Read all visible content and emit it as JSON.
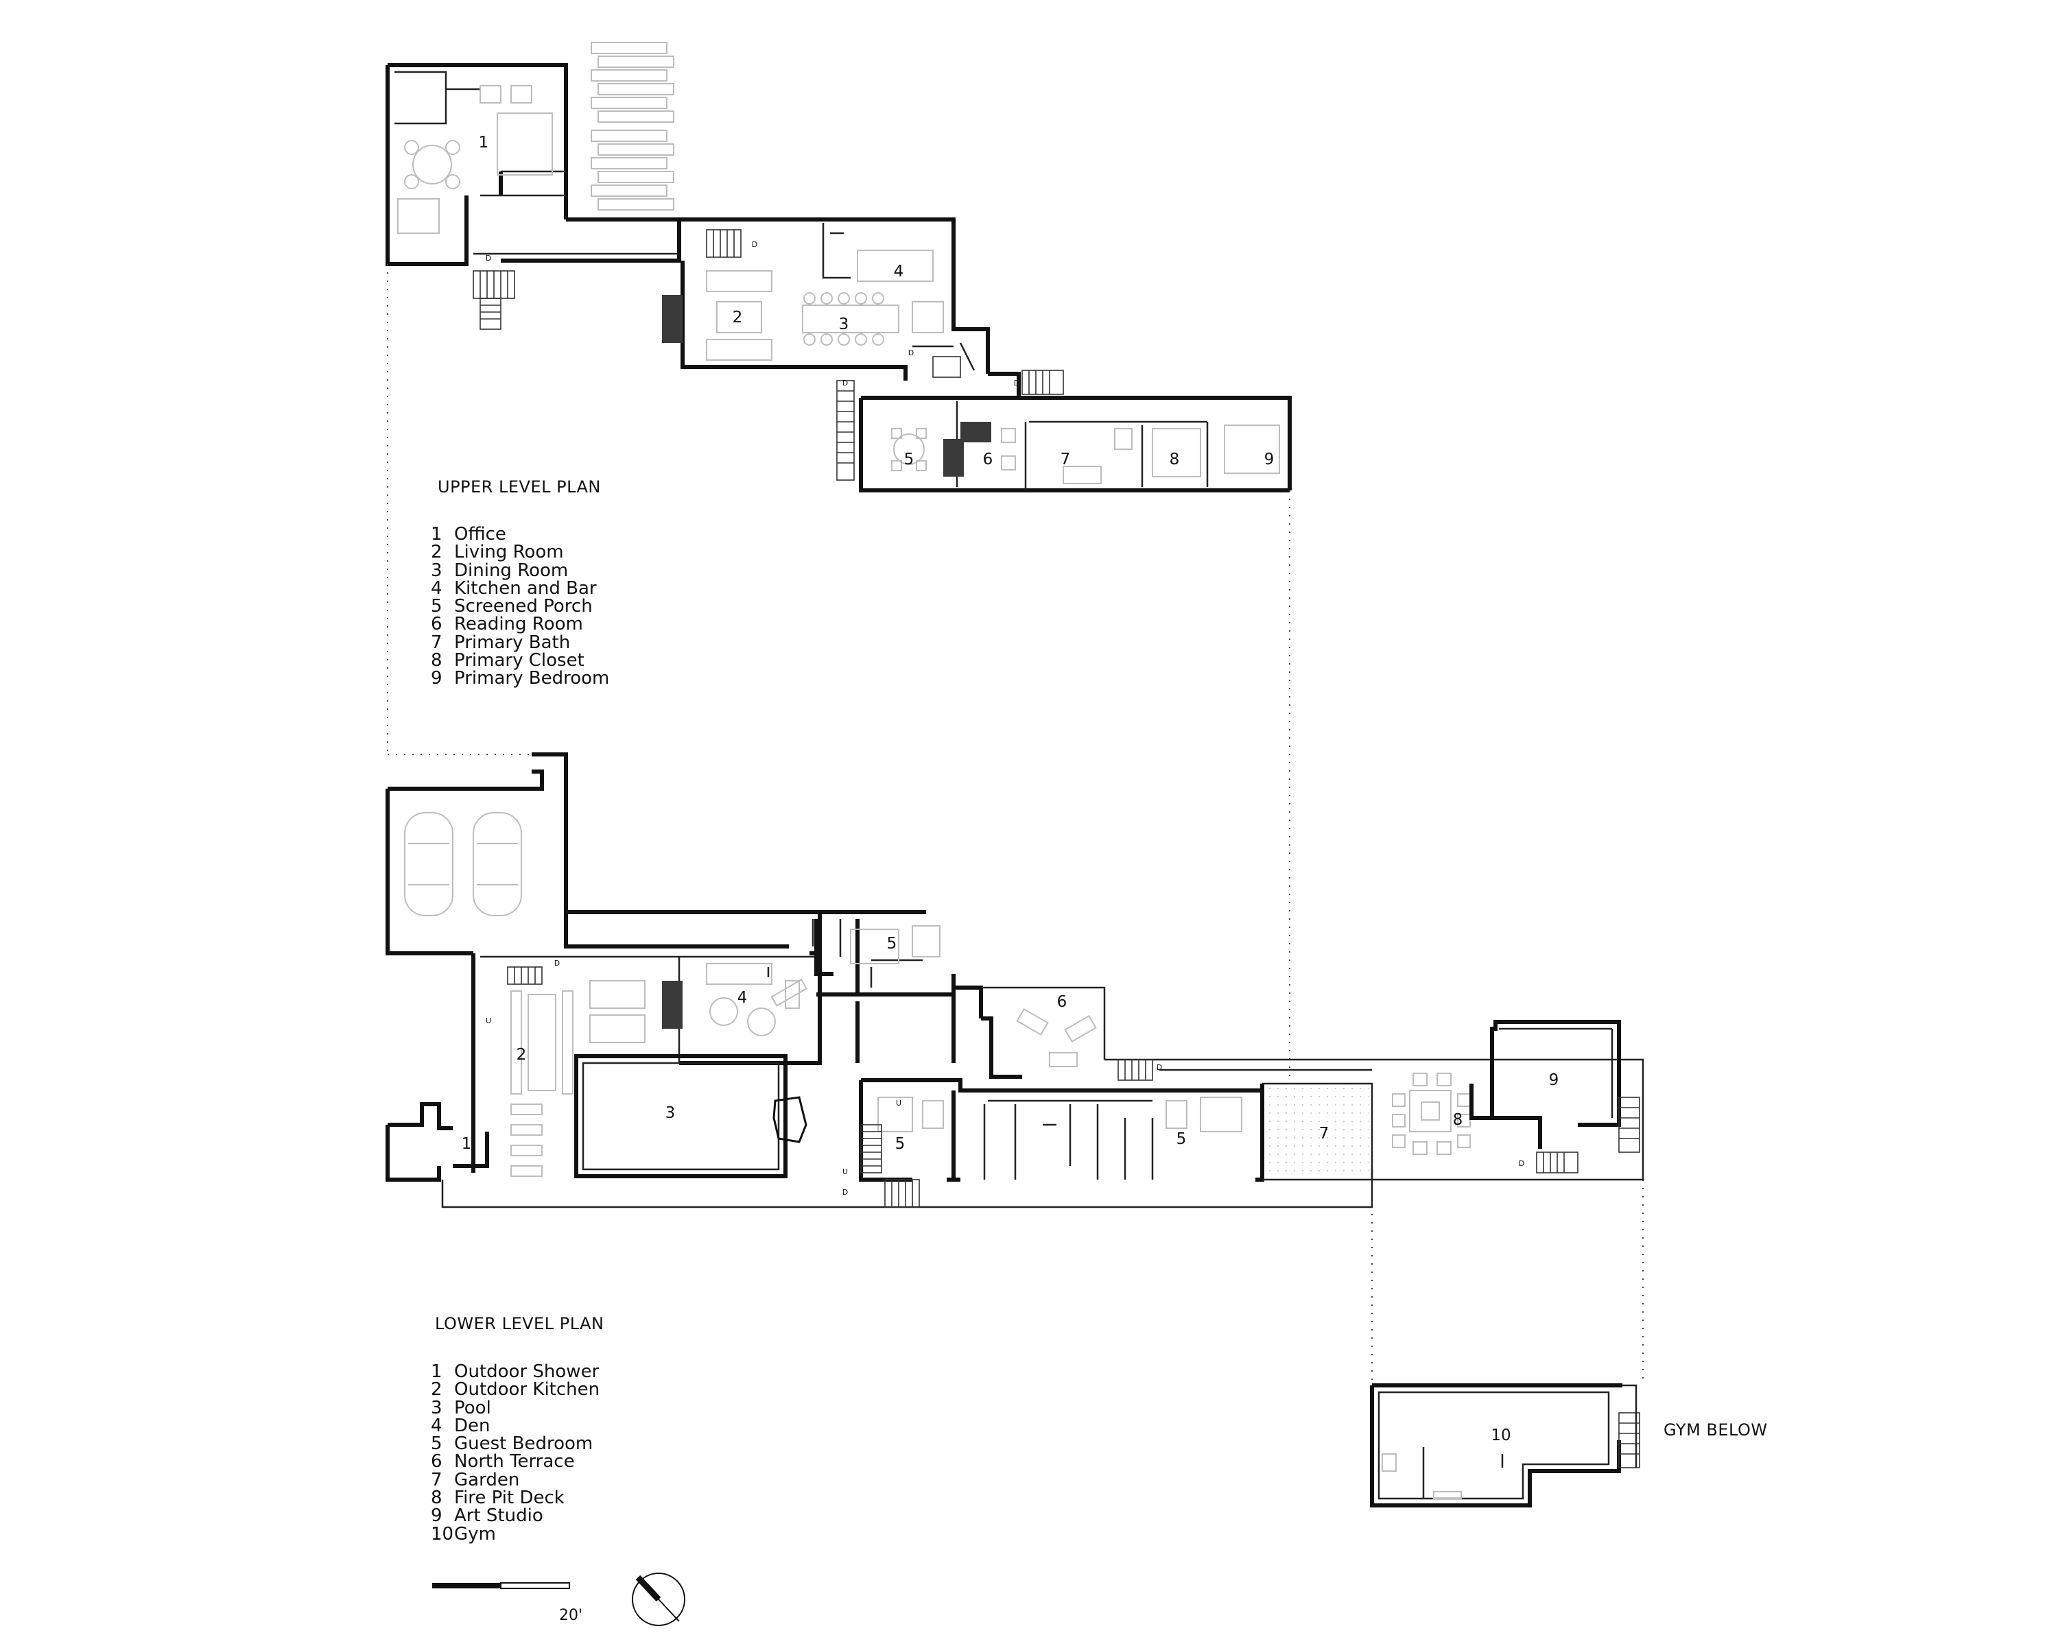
{
  "upper": {
    "heading": "UPPER LEVEL PLAN",
    "rooms": [
      {
        "num": "1",
        "name": "Office"
      },
      {
        "num": "2",
        "name": "Living Room"
      },
      {
        "num": "3",
        "name": "Dining Room"
      },
      {
        "num": "4",
        "name": "Kitchen and Bar"
      },
      {
        "num": "5",
        "name": "Screened Porch"
      },
      {
        "num": "6",
        "name": "Reading Room"
      },
      {
        "num": "7",
        "name": "Primary Bath"
      },
      {
        "num": "8",
        "name": "Primary Closet"
      },
      {
        "num": "9",
        "name": "Primary Bedroom"
      }
    ]
  },
  "lower": {
    "heading": "LOWER LEVEL PLAN",
    "rooms": [
      {
        "num": "1",
        "name": "Outdoor Shower"
      },
      {
        "num": "2",
        "name": "Outdoor Kitchen"
      },
      {
        "num": "3",
        "name": "Pool"
      },
      {
        "num": "4",
        "name": "Den"
      },
      {
        "num": "5",
        "name": "Guest Bedroom"
      },
      {
        "num": "6",
        "name": "North Terrace"
      },
      {
        "num": "7",
        "name": "Garden"
      },
      {
        "num": "8",
        "name": "Fire Pit Deck"
      },
      {
        "num": "9",
        "name": "Art Studio"
      },
      {
        "num": "10",
        "name": "Gym"
      }
    ]
  },
  "gym_label": "GYM BELOW",
  "scale_label": "20'",
  "stair_marks": {
    "down": "D",
    "up": "U"
  },
  "colors": {
    "wall": "#111111",
    "furniture": "#bdbdbd",
    "fill": "#3a3a3a"
  }
}
